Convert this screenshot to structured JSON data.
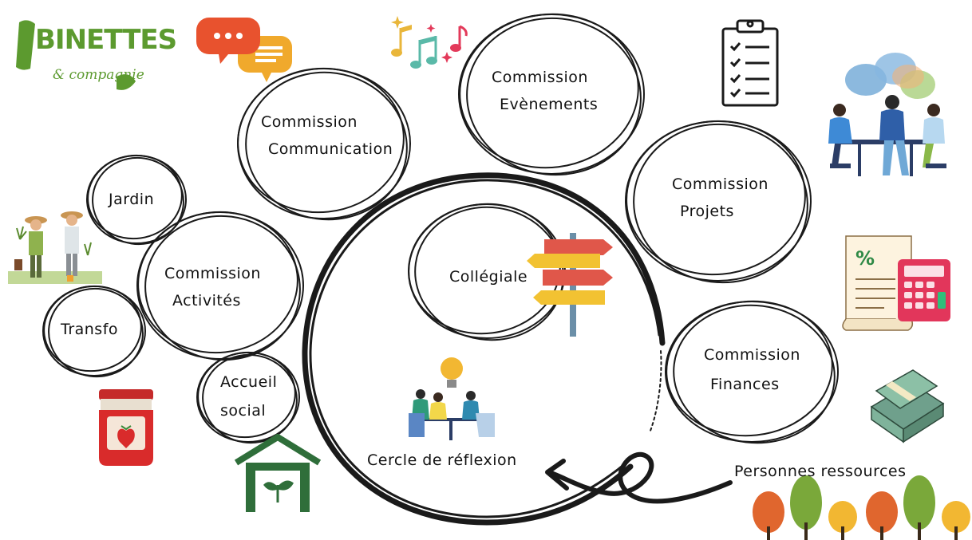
{
  "logo": {
    "name": "BINETTES",
    "subtitle": "& compagnie"
  },
  "bubbles": {
    "communication": {
      "line1": "Commission",
      "line2": "Communication"
    },
    "evenements": {
      "line1": "Commission",
      "line2": "Evènements"
    },
    "projets": {
      "line1": "Commission",
      "line2": "Projets"
    },
    "finances": {
      "line1": "Commission",
      "line2": "Finances"
    },
    "activites": {
      "line1": "Commission",
      "line2": "Activités"
    },
    "jardin": "Jardin",
    "transfo": "Transfo",
    "accueil": {
      "line1": "Accueil",
      "line2": "social"
    },
    "collegiale": "Collégiale"
  },
  "center": {
    "label": "Cercle de réflexion"
  },
  "resources": {
    "label": "Personnes ressources"
  },
  "icons": [
    "speech-bubbles-icon",
    "music-notes-icon",
    "clipboard-checklist-icon",
    "team-discussion-icon",
    "gardeners-icon",
    "signpost-icon",
    "invoice-calculator-icon",
    "money-stack-icon",
    "jam-jar-icon",
    "greenhouse-icon",
    "lightbulb-team-icon",
    "trees-icon"
  ],
  "colors": {
    "logo_green": "#5c9a2f",
    "sign_red": "#e0574a",
    "sign_yellow": "#f2c232",
    "tree_orange": "#e0662e",
    "tree_green": "#7aa83a",
    "tree_yellow": "#f2b732"
  }
}
